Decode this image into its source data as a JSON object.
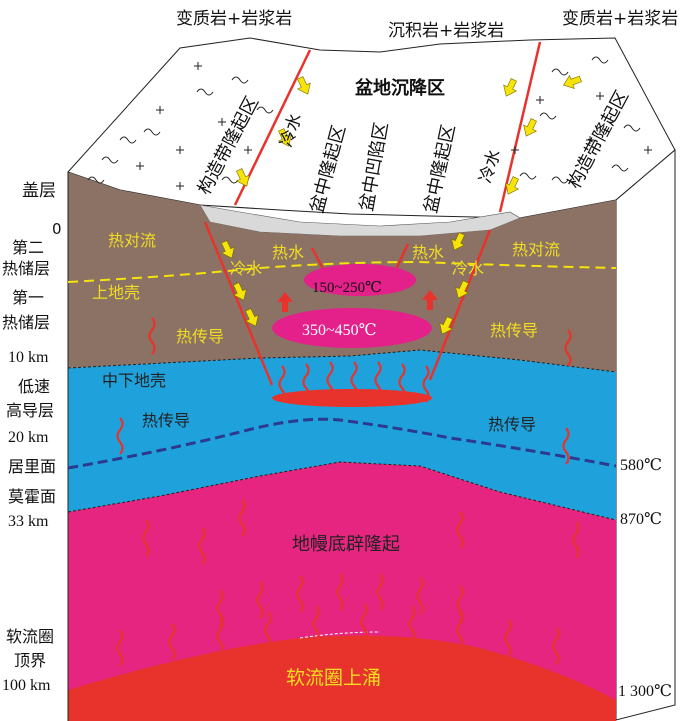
{
  "top_labels": {
    "left": "变质岩+岩浆岩",
    "center": "沉积岩+岩浆岩",
    "right": "变质岩+岩浆岩"
  },
  "surface_labels": {
    "basin_subsidence": "盆地沉降区",
    "left_orogen": "构造带隆起区",
    "right_orogen": "构造带隆起区",
    "left_uplift": "盆中隆起区",
    "center_depression": "盆中凹陷区",
    "right_uplift": "盆中隆起区",
    "cold_water": "冷水"
  },
  "left_axis": {
    "caprock": "盖层",
    "zero": "0",
    "second_reservoir": [
      "第二",
      "热储层"
    ],
    "first_reservoir": [
      "第一",
      "热储层"
    ],
    "depth_10": "10 km",
    "low_velocity_layer": [
      "低速",
      "高导层"
    ],
    "depth_20": "20 km",
    "curie_surface": "居里面",
    "moho_surface": "莫霍面",
    "depth_33": "33 km",
    "lab": [
      "软流圈",
      "顶界"
    ],
    "depth_100": "100 km"
  },
  "right_axis": {
    "temp_curie": "580℃",
    "temp_moho": "870℃",
    "temp_lab": "1 300℃"
  },
  "layer_labels": {
    "heat_convection": "热对流",
    "hot_water": "热水",
    "cold_water": "冷水",
    "upper_crust": "上地壳",
    "heat_conduction": "热传导",
    "mid_lower_crust": "中下地壳",
    "reservoir_temp_shallow": "150~250℃",
    "reservoir_temp_deep": "350~450℃",
    "mantle_diapir": "地幔底辟隆起",
    "asthenosphere_upwelling": "软流圈上涌"
  },
  "colors": {
    "caprock": "#d9d9d9",
    "upper_crust": "#8b7265",
    "lower_crust": "#1fa2dc",
    "mantle": "#e5257f",
    "asthenosphere": "#e8332c",
    "fault": "#e8332c",
    "arrow_yellow": "#f5e30a",
    "label_yellow": "#f2de20",
    "reservoir_pink": "#e4208a"
  }
}
